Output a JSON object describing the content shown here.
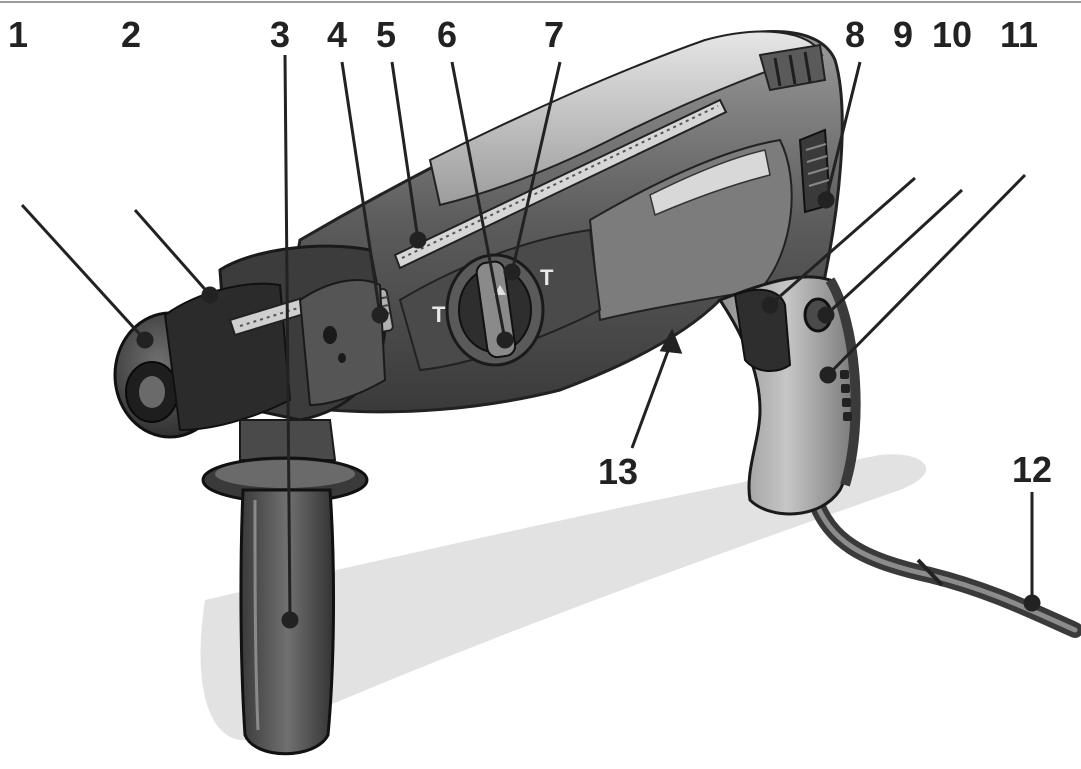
{
  "diagram": {
    "colors": {
      "background": "#ffffff",
      "line": "#222222",
      "body_dark": "#3e3e3e",
      "body_mid": "#6f6f6f",
      "body_light": "#b9b9b9",
      "highlight": "#e8e8e8",
      "shadow": "#dcdcdc"
    },
    "callouts": [
      {
        "id": "c1",
        "label": "1"
      },
      {
        "id": "c2",
        "label": "2"
      },
      {
        "id": "c3",
        "label": "3"
      },
      {
        "id": "c4",
        "label": "4"
      },
      {
        "id": "c5",
        "label": "5"
      },
      {
        "id": "c6",
        "label": "6"
      },
      {
        "id": "c7",
        "label": "7"
      },
      {
        "id": "c8",
        "label": "8"
      },
      {
        "id": "c9",
        "label": "9"
      },
      {
        "id": "c10",
        "label": "10"
      },
      {
        "id": "c11",
        "label": "11"
      },
      {
        "id": "c12",
        "label": "12"
      },
      {
        "id": "c13",
        "label": "13"
      }
    ],
    "mode_symbols": {
      "left": "T",
      "right": "T"
    }
  }
}
